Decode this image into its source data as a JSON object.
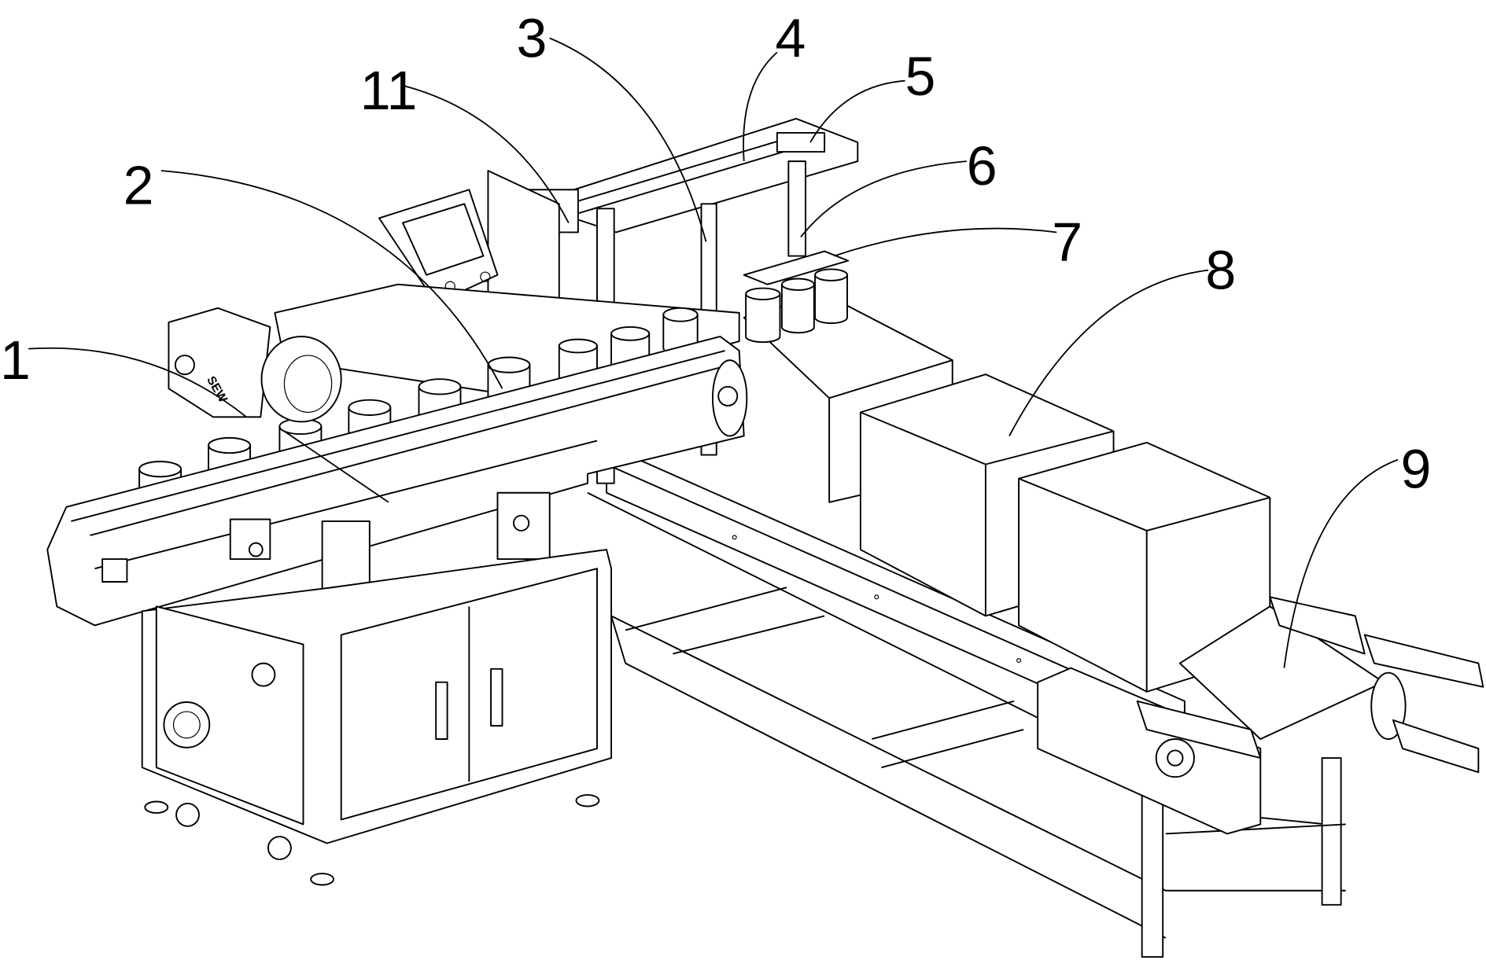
{
  "figure": {
    "labels": [
      "1",
      "2",
      "3",
      "4",
      "5",
      "6",
      "7",
      "8",
      "9",
      "11"
    ],
    "motor_brand": "SEW"
  }
}
